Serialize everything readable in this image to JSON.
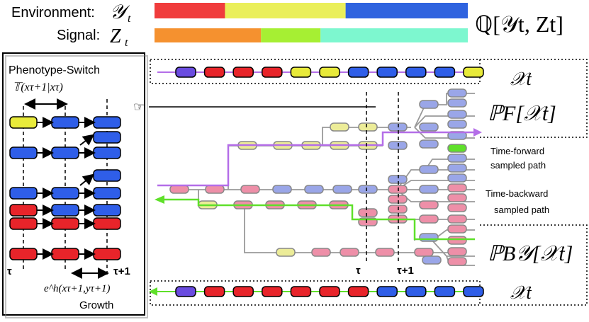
{
  "header": {
    "environment_label": "Environment:",
    "environment_symbol": "𝒴",
    "signal_label": "Signal:",
    "signal_symbol": "Z",
    "subscript": "t",
    "joint_measure": "ℚ[𝒴t, Zt]"
  },
  "environment_bar": {
    "segments": [
      {
        "color": "#f03c3c",
        "fraction": 0.225
      },
      {
        "color": "#eaef5a",
        "fraction": 0.385
      },
      {
        "color": "#2f63df",
        "fraction": 0.39
      }
    ]
  },
  "signal_bar": {
    "segments": [
      {
        "color": "#f5912f",
        "fraction": 0.34
      },
      {
        "color": "#a6ef33",
        "fraction": 0.19
      },
      {
        "color": "#7df7cf",
        "fraction": 0.47
      }
    ]
  },
  "left_panel": {
    "title": "Phenotype-Switch",
    "transition_kernel": "𝕋(xτ+1|xτ)",
    "tau": "τ",
    "tau_plus_1": "τ+1",
    "growth_formula": "e^h(xτ+1,yτ+1)",
    "growth_label": "Growth"
  },
  "right_labels": {
    "top_x": "𝒳t",
    "forward_measure": "ℙF[𝒳t]",
    "forward_caption_1": "Time-forward",
    "forward_caption_2": "sampled path",
    "backward_caption_1": "Time-backward",
    "backward_caption_2": "sampled path",
    "backward_measure": "ℙB𝒴[𝒳t]",
    "bottom_x": "𝒳t",
    "tau": "τ",
    "tau_plus_1": "τ+1"
  },
  "colors": {
    "red": "#e8242a",
    "blue": "#2f5ee8",
    "yellow": "#e8ea3a",
    "purple": "#6a4ce0",
    "forward_path": "#b46ee8",
    "backward_path": "#5fe02a",
    "faded_blue": "#9aa6e8",
    "faded_pink": "#ee8fa8",
    "faded_yellow": "#ecec98"
  },
  "top_sequence": [
    "purple",
    "red",
    "red",
    "red",
    "yellow",
    "yellow",
    "blue",
    "blue",
    "blue",
    "blue",
    "yellow"
  ],
  "bottom_sequence": [
    "purple",
    "red",
    "red",
    "red",
    "red",
    "red",
    "red",
    "blue",
    "blue",
    "blue",
    "blue"
  ]
}
